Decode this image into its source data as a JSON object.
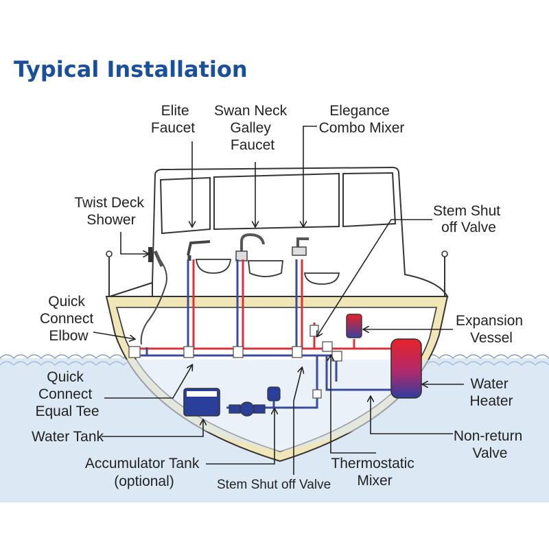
{
  "title": "Typical Installation",
  "colors": {
    "title": "#1a4f9c",
    "hot_pipe": "#d8323a",
    "cold_pipe": "#3a4aa0",
    "hull_band": "#f1e6b8",
    "water": "#dce8f4",
    "tank": "#2a3f9a"
  },
  "labels": {
    "elite_faucet": [
      "Elite",
      "Faucet"
    ],
    "swan_neck": [
      "Swan Neck",
      "Galley",
      "Faucet"
    ],
    "elegance": [
      "Elegance",
      "Combo Mixer"
    ],
    "twist_deck": [
      "Twist Deck",
      "Shower"
    ],
    "stem_shut_top": [
      "Stem Shut",
      "off Valve"
    ],
    "quick_elbow": [
      "Quick",
      "Connect",
      "Elbow"
    ],
    "expansion": [
      "Expansion",
      "Vessel"
    ],
    "quick_tee": [
      "Quick",
      "Connect",
      "Equal Tee"
    ],
    "water_heater": [
      "Water",
      "Heater"
    ],
    "water_tank": "Water Tank",
    "non_return": [
      "Non-return",
      "Valve"
    ],
    "accumulator": [
      "Accumulator Tank",
      "(optional)"
    ],
    "thermostatic": [
      "Thermostatic",
      "Mixer"
    ],
    "stem_shut_bottom": "Stem Shut off Valve"
  }
}
